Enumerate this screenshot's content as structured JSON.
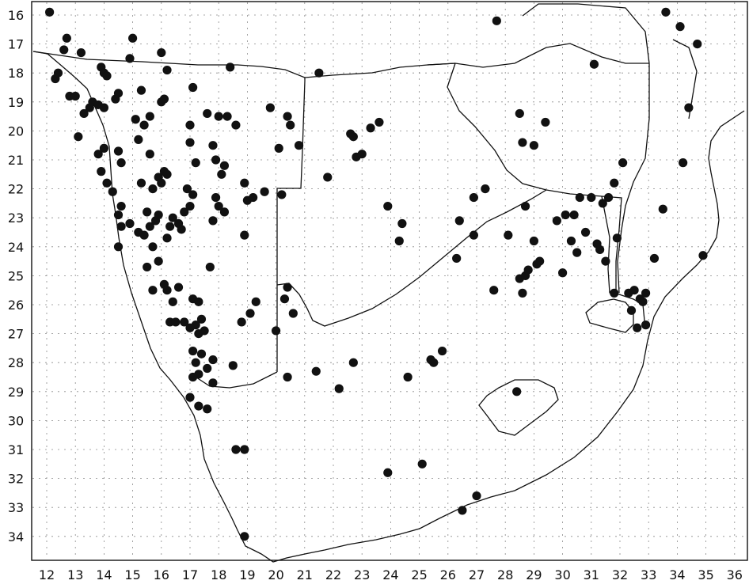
{
  "x_ticks": [
    "12",
    "13",
    "14",
    "15",
    "16",
    "17",
    "18",
    "19",
    "20",
    "21",
    "22",
    "23",
    "24",
    "25",
    "26",
    "27",
    "28",
    "29",
    "30",
    "31",
    "32",
    "33",
    "34",
    "35",
    "36"
  ],
  "y_ticks": [
    "16",
    "17",
    "18",
    "19",
    "20",
    "21",
    "22",
    "23",
    "24",
    "25",
    "26",
    "27",
    "28",
    "29",
    "30",
    "31",
    "32",
    "33",
    "34"
  ],
  "colors": {
    "point": "#111111",
    "outline": "#111111",
    "grid": "#8a8a8a",
    "background": "#ffffff"
  },
  "occurrence_records": [
    [
      12.1,
      15.9
    ],
    [
      12.3,
      18.2
    ],
    [
      12.4,
      18.0
    ],
    [
      12.6,
      17.2
    ],
    [
      12.7,
      16.8
    ],
    [
      12.8,
      18.8
    ],
    [
      13.0,
      18.8
    ],
    [
      13.2,
      17.3
    ],
    [
      13.3,
      19.4
    ],
    [
      13.1,
      20.2
    ],
    [
      13.5,
      19.2
    ],
    [
      13.6,
      19.0
    ],
    [
      13.8,
      19.1
    ],
    [
      14.0,
      19.2
    ],
    [
      13.9,
      17.8
    ],
    [
      14.0,
      18.0
    ],
    [
      14.1,
      18.1
    ],
    [
      13.8,
      20.8
    ],
    [
      14.0,
      20.6
    ],
    [
      13.9,
      21.4
    ],
    [
      14.1,
      21.8
    ],
    [
      14.3,
      22.1
    ],
    [
      14.4,
      18.9
    ],
    [
      14.5,
      18.7
    ],
    [
      14.5,
      20.7
    ],
    [
      14.6,
      21.1
    ],
    [
      14.6,
      22.6
    ],
    [
      14.5,
      22.9
    ],
    [
      14.6,
      23.3
    ],
    [
      14.9,
      23.2
    ],
    [
      14.5,
      24.0
    ],
    [
      14.9,
      17.5
    ],
    [
      15.0,
      16.8
    ],
    [
      15.1,
      19.6
    ],
    [
      15.2,
      20.3
    ],
    [
      15.3,
      18.6
    ],
    [
      15.4,
      19.8
    ],
    [
      15.6,
      19.5
    ],
    [
      15.6,
      20.8
    ],
    [
      15.3,
      21.8
    ],
    [
      15.5,
      22.8
    ],
    [
      15.2,
      23.5
    ],
    [
      15.4,
      23.6
    ],
    [
      15.6,
      23.3
    ],
    [
      15.8,
      23.1
    ],
    [
      15.9,
      22.9
    ],
    [
      15.7,
      22.0
    ],
    [
      15.9,
      21.6
    ],
    [
      16.0,
      21.8
    ],
    [
      16.1,
      21.4
    ],
    [
      16.2,
      21.5
    ],
    [
      16.0,
      19.0
    ],
    [
      16.1,
      18.9
    ],
    [
      16.0,
      17.3
    ],
    [
      16.2,
      17.9
    ],
    [
      15.7,
      24.0
    ],
    [
      15.5,
      24.7
    ],
    [
      15.9,
      24.5
    ],
    [
      16.2,
      23.7
    ],
    [
      16.3,
      23.3
    ],
    [
      16.4,
      23.0
    ],
    [
      16.6,
      23.2
    ],
    [
      16.7,
      23.4
    ],
    [
      16.8,
      22.8
    ],
    [
      17.0,
      22.6
    ],
    [
      17.1,
      22.2
    ],
    [
      16.9,
      22.0
    ],
    [
      17.2,
      21.1
    ],
    [
      17.0,
      20.4
    ],
    [
      17.0,
      19.8
    ],
    [
      17.1,
      18.5
    ],
    [
      16.1,
      25.3
    ],
    [
      16.2,
      25.5
    ],
    [
      16.4,
      25.9
    ],
    [
      16.6,
      25.4
    ],
    [
      15.7,
      25.5
    ],
    [
      16.3,
      26.6
    ],
    [
      16.5,
      26.6
    ],
    [
      16.8,
      26.6
    ],
    [
      17.1,
      25.8
    ],
    [
      17.3,
      25.9
    ],
    [
      17.4,
      26.5
    ],
    [
      17.5,
      26.9
    ],
    [
      17.2,
      26.7
    ],
    [
      17.0,
      26.8
    ],
    [
      17.3,
      27.0
    ],
    [
      17.1,
      27.6
    ],
    [
      17.4,
      27.7
    ],
    [
      17.2,
      28.0
    ],
    [
      17.6,
      28.2
    ],
    [
      17.3,
      28.4
    ],
    [
      17.1,
      28.5
    ],
    [
      17.8,
      27.9
    ],
    [
      17.8,
      28.7
    ],
    [
      17.0,
      29.2
    ],
    [
      17.3,
      29.5
    ],
    [
      17.6,
      29.6
    ],
    [
      17.9,
      22.3
    ],
    [
      18.0,
      22.6
    ],
    [
      18.2,
      22.8
    ],
    [
      17.8,
      23.1
    ],
    [
      17.7,
      24.7
    ],
    [
      18.1,
      21.5
    ],
    [
      18.2,
      21.2
    ],
    [
      17.9,
      21.0
    ],
    [
      17.8,
      20.5
    ],
    [
      18.0,
      19.5
    ],
    [
      18.3,
      19.5
    ],
    [
      17.6,
      19.4
    ],
    [
      18.6,
      19.8
    ],
    [
      18.4,
      17.8
    ],
    [
      18.9,
      21.8
    ],
    [
      19.0,
      22.4
    ],
    [
      19.2,
      22.3
    ],
    [
      18.9,
      23.6
    ],
    [
      19.1,
      26.3
    ],
    [
      18.8,
      26.6
    ],
    [
      19.3,
      25.9
    ],
    [
      19.6,
      22.1
    ],
    [
      19.8,
      19.2
    ],
    [
      18.5,
      28.1
    ],
    [
      18.6,
      31.0
    ],
    [
      18.9,
      31.0
    ],
    [
      18.9,
      34.0
    ],
    [
      20.4,
      19.5
    ],
    [
      20.5,
      19.8
    ],
    [
      20.1,
      20.6
    ],
    [
      20.8,
      20.5
    ],
    [
      20.2,
      22.2
    ],
    [
      20.3,
      25.8
    ],
    [
      20.4,
      25.4
    ],
    [
      20.6,
      26.3
    ],
    [
      20.0,
      26.9
    ],
    [
      20.4,
      28.5
    ],
    [
      21.5,
      18.0
    ],
    [
      21.4,
      28.3
    ],
    [
      21.8,
      21.6
    ],
    [
      22.2,
      28.9
    ],
    [
      22.6,
      20.1
    ],
    [
      22.7,
      20.2
    ],
    [
      22.8,
      20.9
    ],
    [
      23.0,
      20.8
    ],
    [
      22.7,
      28.0
    ],
    [
      23.3,
      19.9
    ],
    [
      23.6,
      19.7
    ],
    [
      23.9,
      22.6
    ],
    [
      23.9,
      31.8
    ],
    [
      24.3,
      23.8
    ],
    [
      24.4,
      23.2
    ],
    [
      24.6,
      28.5
    ],
    [
      25.1,
      31.5
    ],
    [
      25.4,
      27.9
    ],
    [
      25.5,
      28.0
    ],
    [
      25.8,
      27.6
    ],
    [
      26.3,
      24.4
    ],
    [
      26.4,
      23.1
    ],
    [
      26.5,
      33.1
    ],
    [
      26.9,
      22.3
    ],
    [
      26.9,
      23.6
    ],
    [
      27.0,
      32.6
    ],
    [
      27.3,
      22.0
    ],
    [
      27.6,
      25.5
    ],
    [
      27.7,
      16.2
    ],
    [
      28.1,
      23.6
    ],
    [
      28.4,
      29.0
    ],
    [
      28.5,
      19.4
    ],
    [
      28.6,
      20.4
    ],
    [
      28.5,
      25.1
    ],
    [
      28.6,
      25.6
    ],
    [
      28.7,
      25.0
    ],
    [
      28.8,
      24.8
    ],
    [
      28.7,
      22.6
    ],
    [
      29.0,
      20.5
    ],
    [
      29.0,
      23.8
    ],
    [
      29.1,
      24.6
    ],
    [
      29.2,
      24.5
    ],
    [
      29.4,
      19.7
    ],
    [
      29.8,
      23.1
    ],
    [
      30.0,
      24.9
    ],
    [
      30.1,
      22.9
    ],
    [
      30.3,
      23.8
    ],
    [
      30.4,
      22.9
    ],
    [
      30.5,
      24.2
    ],
    [
      30.6,
      22.3
    ],
    [
      30.8,
      23.5
    ],
    [
      31.0,
      22.3
    ],
    [
      31.2,
      23.9
    ],
    [
      31.3,
      24.1
    ],
    [
      31.1,
      17.7
    ],
    [
      31.4,
      22.5
    ],
    [
      31.5,
      24.5
    ],
    [
      31.6,
      22.3
    ],
    [
      31.8,
      21.8
    ],
    [
      31.8,
      25.6
    ],
    [
      31.9,
      23.7
    ],
    [
      32.1,
      21.1
    ],
    [
      32.3,
      25.6
    ],
    [
      32.4,
      26.2
    ],
    [
      32.5,
      25.5
    ],
    [
      32.6,
      26.8
    ],
    [
      32.7,
      25.8
    ],
    [
      32.8,
      25.9
    ],
    [
      32.9,
      25.6
    ],
    [
      32.9,
      26.7
    ],
    [
      33.2,
      24.4
    ],
    [
      33.5,
      22.7
    ],
    [
      33.6,
      15.9
    ],
    [
      34.1,
      16.4
    ],
    [
      34.2,
      21.1
    ],
    [
      34.4,
      19.2
    ],
    [
      34.7,
      17.0
    ],
    [
      34.9,
      24.3
    ]
  ]
}
